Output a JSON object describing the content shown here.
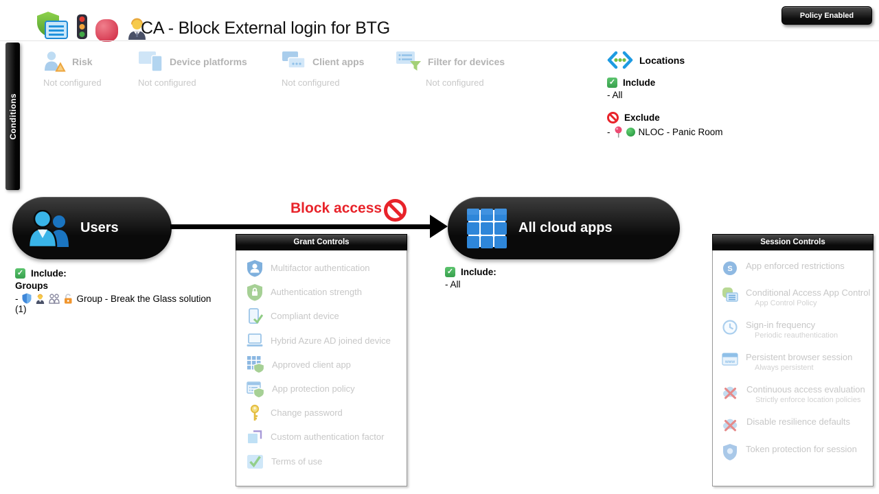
{
  "header": {
    "title": "CA - Block External login for BTG",
    "badge": "Policy Enabled"
  },
  "conditions": {
    "bar_label": "Conditions",
    "items": [
      {
        "label": "Risk",
        "status": "Not configured"
      },
      {
        "label": "Device platforms",
        "status": "Not configured"
      },
      {
        "label": "Client apps",
        "status": "Not configured"
      },
      {
        "label": "Filter for devices",
        "status": "Not configured"
      }
    ],
    "locations": {
      "label": "Locations",
      "include_label": "Include",
      "include_value": "- All",
      "exclude_label": "Exclude",
      "exclude_prefix": "-",
      "exclude_value": "NLOC - Panic Room"
    }
  },
  "flow": {
    "users_label": "Users",
    "action_label": "Block access",
    "apps_label": "All cloud apps"
  },
  "users_include": {
    "title": "Include:",
    "group_header": "Groups",
    "item_prefix": "-",
    "item_text": "Group - Break the Glass solution",
    "item_count": "(1)"
  },
  "apps_include": {
    "title": "Include:",
    "value": "- All"
  },
  "grant_controls": {
    "title": "Grant Controls",
    "items": [
      {
        "label": "Multifactor authentication"
      },
      {
        "label": "Authentication strength"
      },
      {
        "label": "Compliant device"
      },
      {
        "label": "Hybrid Azure AD joined device"
      },
      {
        "label": "Approved client app"
      },
      {
        "label": "App protection policy"
      },
      {
        "label": "Change password"
      },
      {
        "label": "Custom authentication factor"
      },
      {
        "label": "Terms of use"
      }
    ]
  },
  "session_controls": {
    "title": "Session Controls",
    "items": [
      {
        "label": "App enforced restrictions"
      },
      {
        "label": "Conditional Access App Control",
        "sublabel": "App Control Policy"
      },
      {
        "label": "Sign-in frequency",
        "sublabel": "Periodic reauthentication"
      },
      {
        "label": "Persistent browser session",
        "sublabel": "Always persistent"
      },
      {
        "label": "Continuous access evaluation",
        "sublabel": "Strictly enforce location policies"
      },
      {
        "label": "Disable resilience defaults"
      },
      {
        "label": "Token protection for session"
      }
    ]
  },
  "colors": {
    "action_red": "#e8232a",
    "include_green": "#45b05a",
    "pill_black": "#0a0a0a",
    "disabled_text": "#c7c7c7",
    "icon_blue": "#2e86d9"
  },
  "icons": {
    "title_icons": [
      "policy-shield-list",
      "traffic-light",
      "stop-blob",
      "office-worker"
    ],
    "include": "green-checkbox",
    "exclude": "no-entry-sign",
    "location": [
      "round-pushpin",
      "green-circle"
    ],
    "group_item": [
      "blue-shield",
      "office-worker",
      "people-outline",
      "open-lock"
    ]
  }
}
